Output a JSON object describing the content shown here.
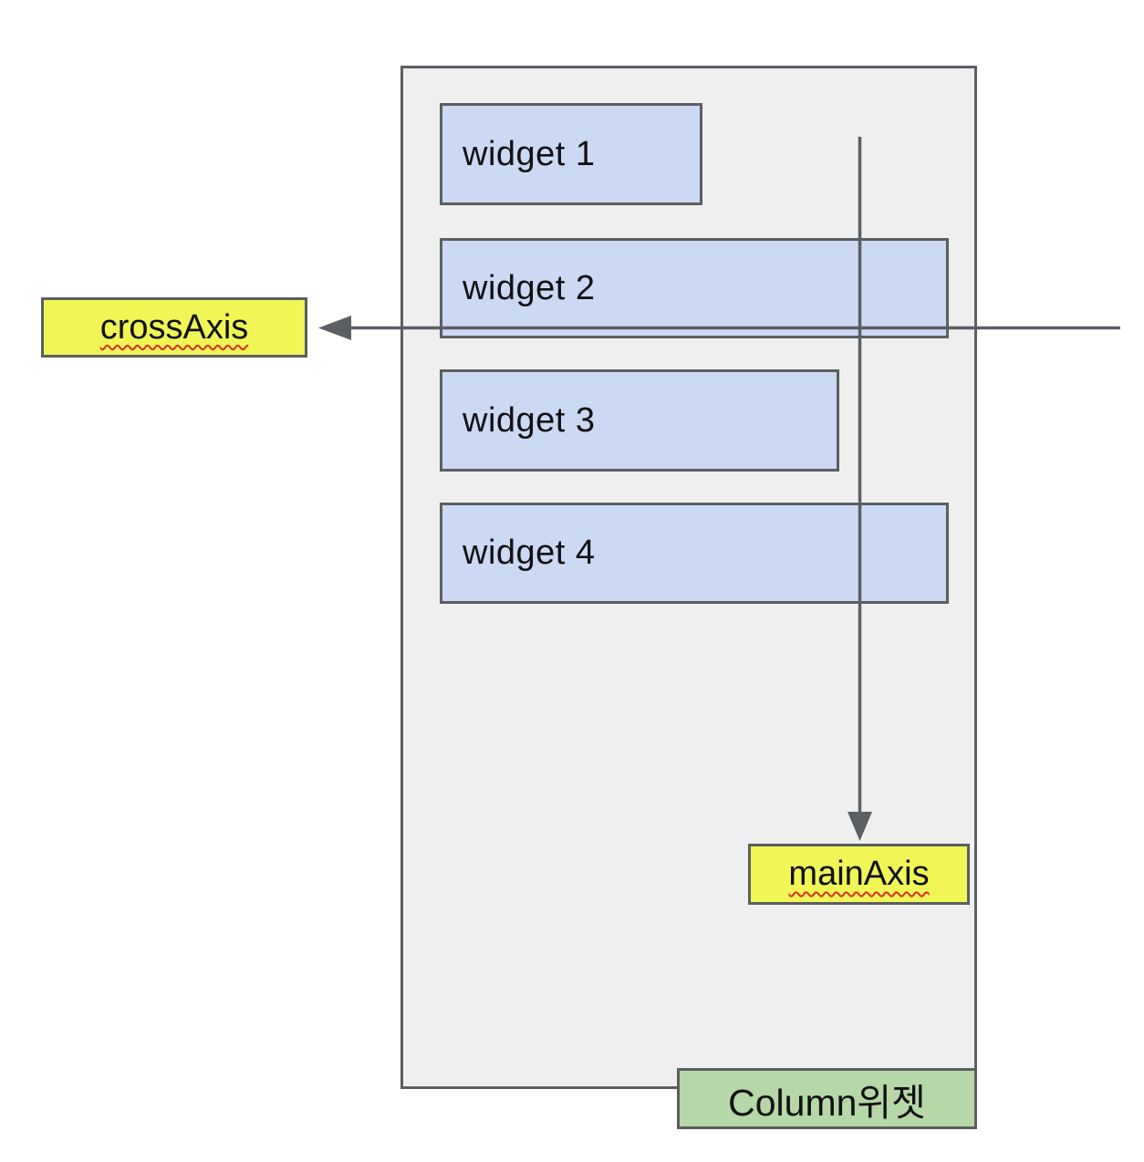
{
  "diagram": {
    "title": "Column widget main/cross axis diagram",
    "widgets": [
      {
        "label": "widget 1"
      },
      {
        "label": "widget 2"
      },
      {
        "label": "widget 3"
      },
      {
        "label": "widget 4"
      }
    ],
    "labels": {
      "cross_axis": "crossAxis",
      "main_axis": "mainAxis",
      "container": "Column위젯"
    },
    "colors": {
      "widget_fill": "#CCD9F3",
      "container_fill": "#EFEFEF",
      "axis_label_fill": "#EFF655",
      "container_label_fill": "#B6D7A8",
      "stroke": "#5B5E62",
      "spellcheck_squiggle": "#D93025"
    }
  }
}
